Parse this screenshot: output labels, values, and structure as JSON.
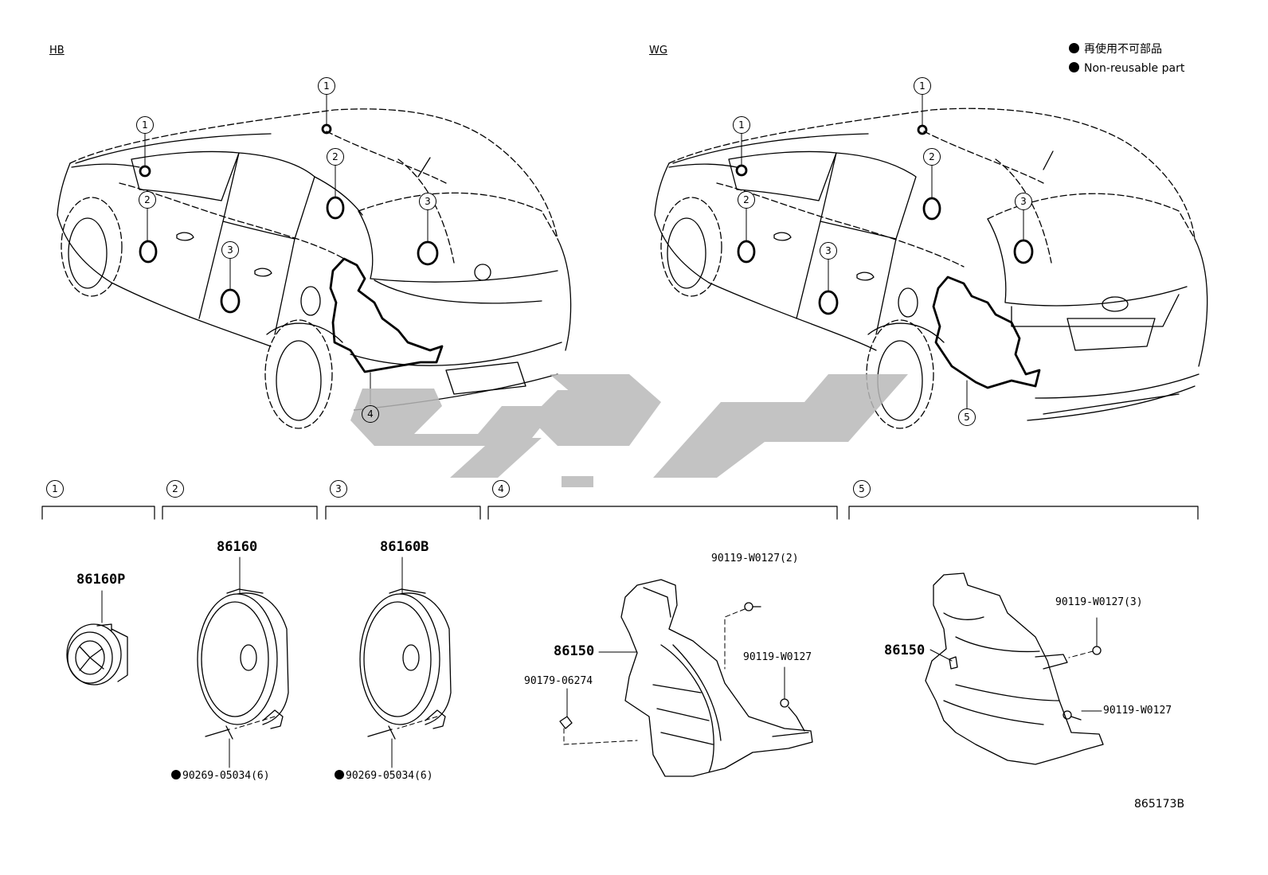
{
  "views": {
    "hb": "HB",
    "wg": "WG"
  },
  "legend": {
    "ja": "再使用不可部品",
    "en": "Non-reusable part"
  },
  "callouts": {
    "c1": "1",
    "c2": "2",
    "c3": "3",
    "c4": "4",
    "c5": "5"
  },
  "groups": {
    "g1": {
      "no": "1",
      "parts": [
        "86160P"
      ]
    },
    "g2": {
      "no": "2",
      "parts": [
        "86160",
        "90269-05034(6)"
      ]
    },
    "g3": {
      "no": "3",
      "parts": [
        "86160B",
        "90269-05034(6)"
      ]
    },
    "g4": {
      "no": "4",
      "parts": [
        "90119-W0127(2)",
        "86150",
        "90119-W0127",
        "90179-06274"
      ]
    },
    "g5": {
      "no": "5",
      "parts": [
        "90119-W0127(3)",
        "86150",
        "90119-W0127"
      ]
    }
  },
  "illustration_id": "865173B"
}
